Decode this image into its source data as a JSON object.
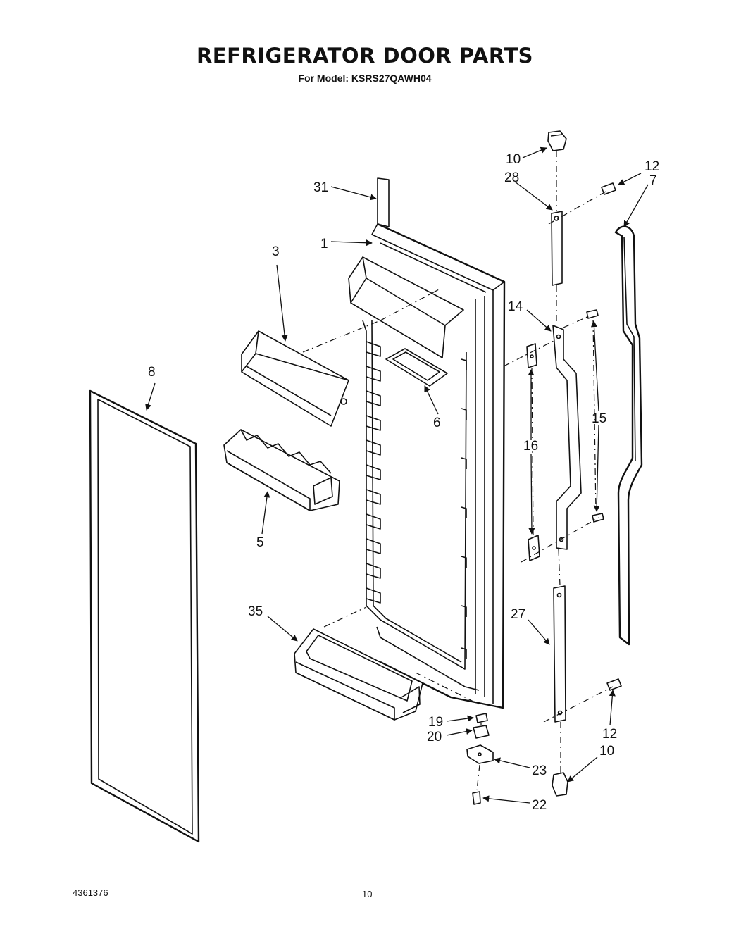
{
  "header": {
    "title": "REFRIGERATOR DOOR PARTS",
    "subtitle": "For Model: KSRS27QAWH04"
  },
  "footer": {
    "doc_number": "4361376",
    "page_number": "10"
  },
  "callouts": [
    {
      "id": "c10a",
      "label": "10"
    },
    {
      "id": "c12a",
      "label": "12"
    },
    {
      "id": "c28",
      "label": "28"
    },
    {
      "id": "c7",
      "label": "7"
    },
    {
      "id": "c31",
      "label": "31"
    },
    {
      "id": "c1",
      "label": "1"
    },
    {
      "id": "c3",
      "label": "3"
    },
    {
      "id": "c14",
      "label": "14"
    },
    {
      "id": "c8",
      "label": "8"
    },
    {
      "id": "c6",
      "label": "6"
    },
    {
      "id": "c15",
      "label": "15"
    },
    {
      "id": "c16",
      "label": "16"
    },
    {
      "id": "c5",
      "label": "5"
    },
    {
      "id": "c35",
      "label": "35"
    },
    {
      "id": "c27",
      "label": "27"
    },
    {
      "id": "c19",
      "label": "19"
    },
    {
      "id": "c20",
      "label": "20"
    },
    {
      "id": "c12b",
      "label": "12"
    },
    {
      "id": "c10b",
      "label": "10"
    },
    {
      "id": "c23",
      "label": "23"
    },
    {
      "id": "c22",
      "label": "22"
    }
  ]
}
